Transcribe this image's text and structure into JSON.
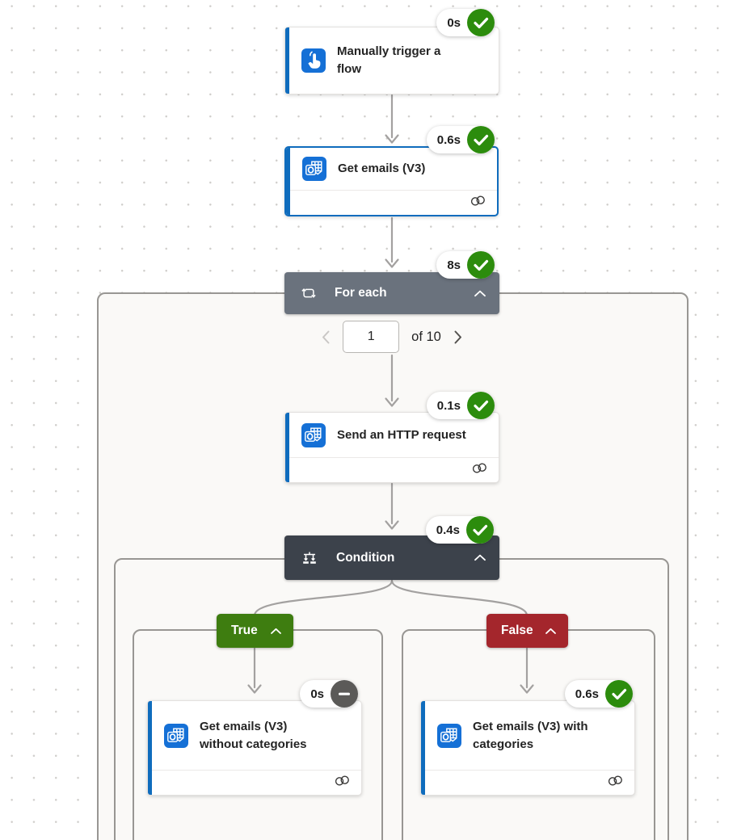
{
  "trigger": {
    "title": "Manually trigger a flow",
    "duration": "0s",
    "status": "success"
  },
  "get_emails": {
    "title": "Get emails (V3)",
    "duration": "0.6s",
    "status": "success"
  },
  "for_each": {
    "title": "For each",
    "duration": "8s",
    "status": "success",
    "pagination": {
      "current_page": "1",
      "total_label": "of 10"
    }
  },
  "http_request": {
    "title": "Send an HTTP request",
    "duration": "0.1s",
    "status": "success"
  },
  "condition": {
    "title": "Condition",
    "duration": "0.4s",
    "status": "success",
    "true_label": "True",
    "false_label": "False"
  },
  "without_categories": {
    "title": "Get emails (V3) without categories",
    "duration": "0s",
    "status": "skipped"
  },
  "with_categories": {
    "title": "Get emails (V3) with categories",
    "duration": "0.6s",
    "status": "success"
  },
  "colors": {
    "accent_blue": "#0f6cbd",
    "connector_icon_blue": "#1570d6",
    "success_green": "#2c8c0d",
    "skipped_gray": "#5b5a58",
    "for_each_header": "#6a727d",
    "condition_header": "#3c424b",
    "true_badge_green": "#3e7d10",
    "false_badge_red": "#a4262c",
    "connector_line_gray": "#a3a1a0"
  }
}
